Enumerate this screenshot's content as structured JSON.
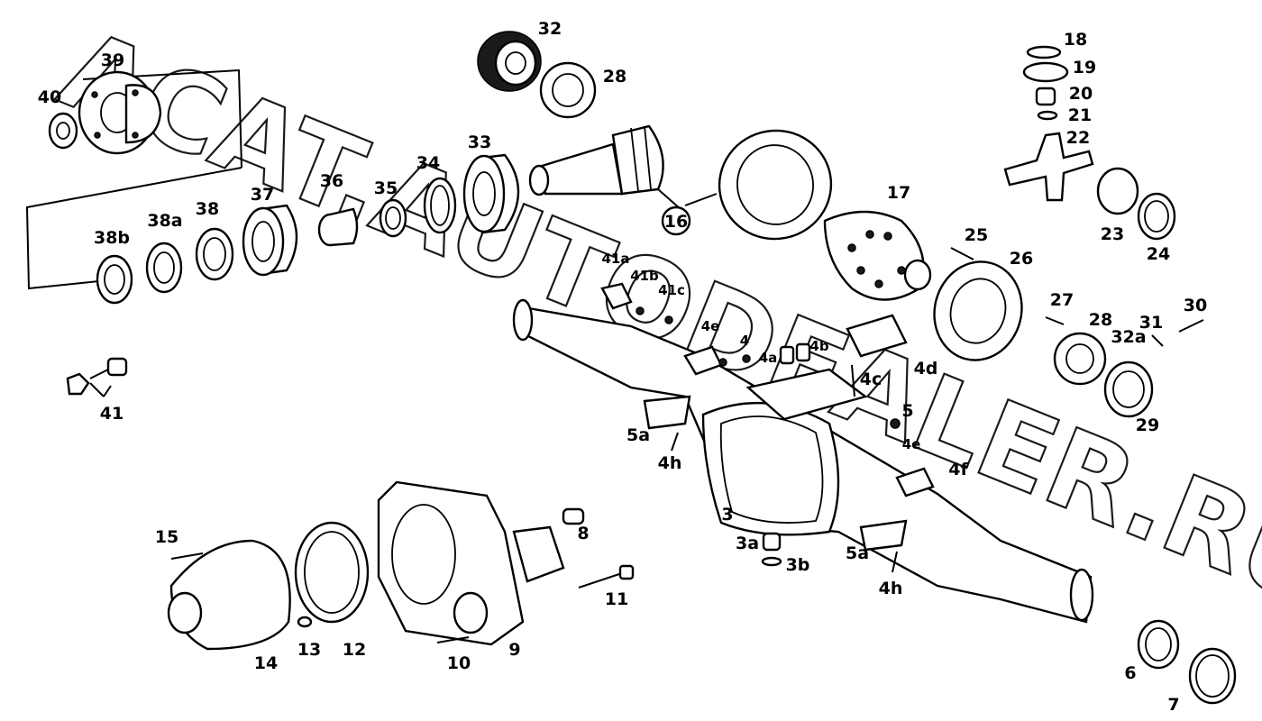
{
  "diagram": {
    "watermark": "ACAT.AUTODEALER.RU",
    "callouts": [
      {
        "id": "c39",
        "text": "39"
      },
      {
        "id": "c40",
        "text": "40"
      },
      {
        "id": "c32",
        "text": "32"
      },
      {
        "id": "c28a",
        "text": "28"
      },
      {
        "id": "c18",
        "text": "18"
      },
      {
        "id": "c19",
        "text": "19"
      },
      {
        "id": "c20",
        "text": "20"
      },
      {
        "id": "c21",
        "text": "21"
      },
      {
        "id": "c22",
        "text": "22"
      },
      {
        "id": "c33",
        "text": "33"
      },
      {
        "id": "c34",
        "text": "34"
      },
      {
        "id": "c36",
        "text": "36"
      },
      {
        "id": "c35",
        "text": "35"
      },
      {
        "id": "c37",
        "text": "37"
      },
      {
        "id": "c38",
        "text": "38"
      },
      {
        "id": "c38a",
        "text": "38a"
      },
      {
        "id": "c38b",
        "text": "38b"
      },
      {
        "id": "c16",
        "text": "16"
      },
      {
        "id": "c17",
        "text": "17"
      },
      {
        "id": "c23",
        "text": "23"
      },
      {
        "id": "c24",
        "text": "24"
      },
      {
        "id": "c25",
        "text": "25"
      },
      {
        "id": "c26",
        "text": "26"
      },
      {
        "id": "c27",
        "text": "27"
      },
      {
        "id": "c28b",
        "text": "28"
      },
      {
        "id": "c29",
        "text": "29"
      },
      {
        "id": "c30",
        "text": "30"
      },
      {
        "id": "c31",
        "text": "31"
      },
      {
        "id": "c32a",
        "text": "32a"
      },
      {
        "id": "c41a",
        "text": "41a"
      },
      {
        "id": "c41b",
        "text": "41b"
      },
      {
        "id": "c41c",
        "text": "41c"
      },
      {
        "id": "c4e1",
        "text": "4e"
      },
      {
        "id": "c4",
        "text": "4"
      },
      {
        "id": "c4a",
        "text": "4a"
      },
      {
        "id": "c4b",
        "text": "4b"
      },
      {
        "id": "c4d",
        "text": "4d"
      },
      {
        "id": "c4c",
        "text": "4c"
      },
      {
        "id": "c5",
        "text": "5"
      },
      {
        "id": "c4e2",
        "text": "4e"
      },
      {
        "id": "c4f",
        "text": "4f"
      },
      {
        "id": "c5a1",
        "text": "5a"
      },
      {
        "id": "c4h1",
        "text": "4h"
      },
      {
        "id": "c41",
        "text": "41"
      },
      {
        "id": "c3",
        "text": "3"
      },
      {
        "id": "c3a",
        "text": "3a"
      },
      {
        "id": "c3b",
        "text": "3b"
      },
      {
        "id": "c5a2",
        "text": "5a"
      },
      {
        "id": "c4h2",
        "text": "4h"
      },
      {
        "id": "c15",
        "text": "15"
      },
      {
        "id": "c14",
        "text": "14"
      },
      {
        "id": "c13",
        "text": "13"
      },
      {
        "id": "c12",
        "text": "12"
      },
      {
        "id": "c10",
        "text": "10"
      },
      {
        "id": "c9",
        "text": "9"
      },
      {
        "id": "c8",
        "text": "8"
      },
      {
        "id": "c11",
        "text": "11"
      },
      {
        "id": "c6",
        "text": "6"
      },
      {
        "id": "c7",
        "text": "7"
      }
    ]
  }
}
